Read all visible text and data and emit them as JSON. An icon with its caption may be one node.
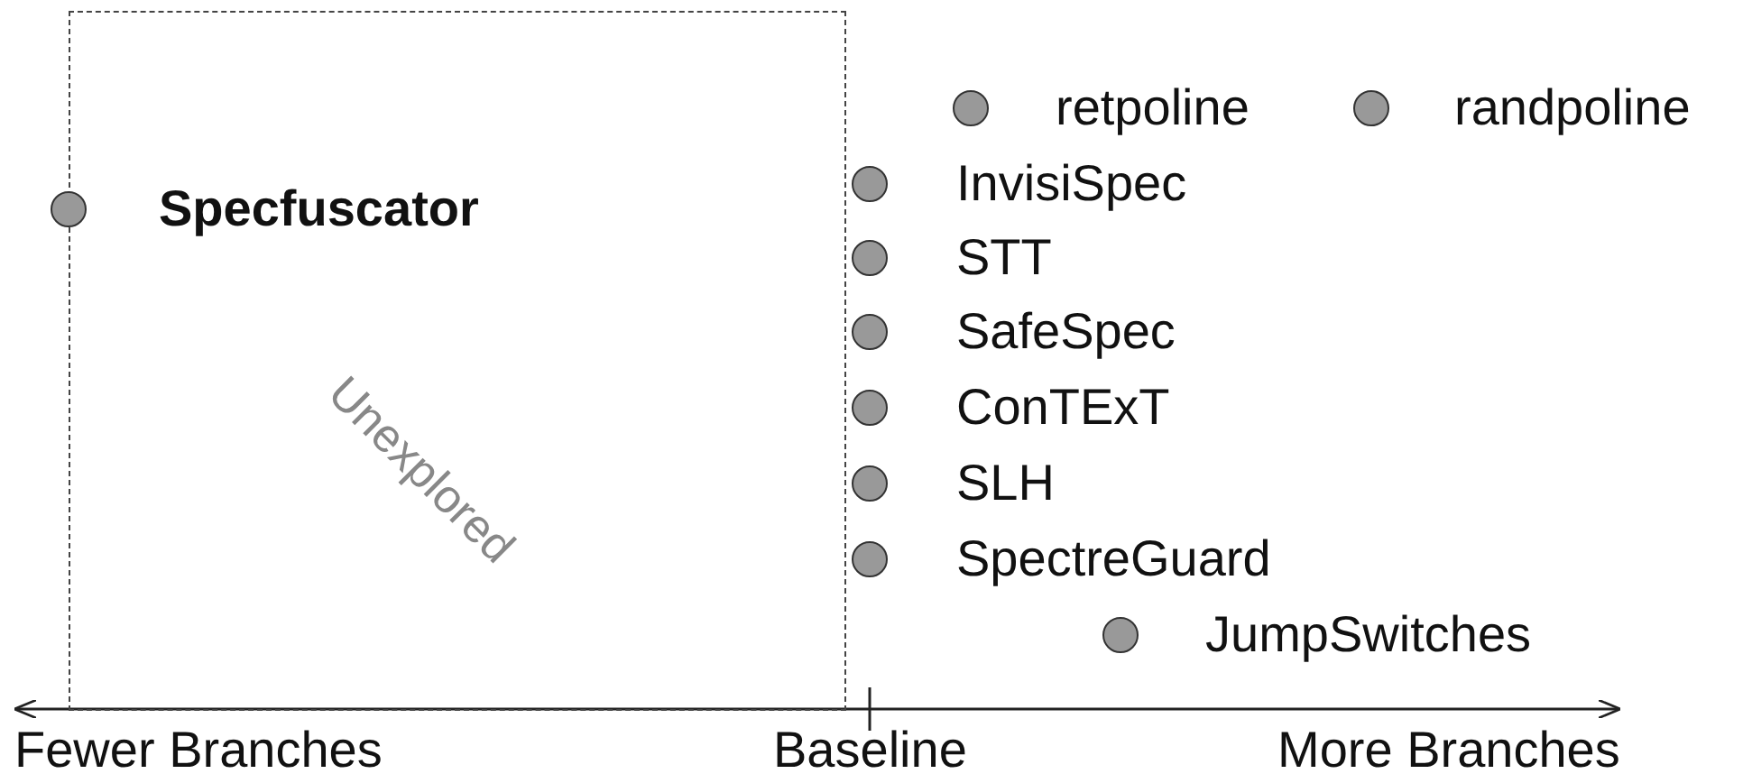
{
  "diagram": {
    "nodes": [
      {
        "text": [
          "Unexplored"
        ]
      },
      {
        "text": [
          "Specfuscator"
        ]
      },
      {
        "text": [
          "retpoline"
        ]
      },
      {
        "text": [
          "randpoline"
        ]
      },
      {
        "text": [
          "InvisiSpec"
        ]
      },
      {
        "text": [
          "STT"
        ]
      },
      {
        "text": [
          "SafeSpec"
        ]
      },
      {
        "text": [
          "ConTExT"
        ]
      },
      {
        "text": [
          "SLH"
        ]
      },
      {
        "text": [
          "SpectreGuard"
        ]
      },
      {
        "text": [
          "JumpSwitches"
        ]
      }
    ],
    "edges": [],
    "labels": [
      "Fewer Branches",
      "Baseline",
      "More Branches"
    ]
  }
}
